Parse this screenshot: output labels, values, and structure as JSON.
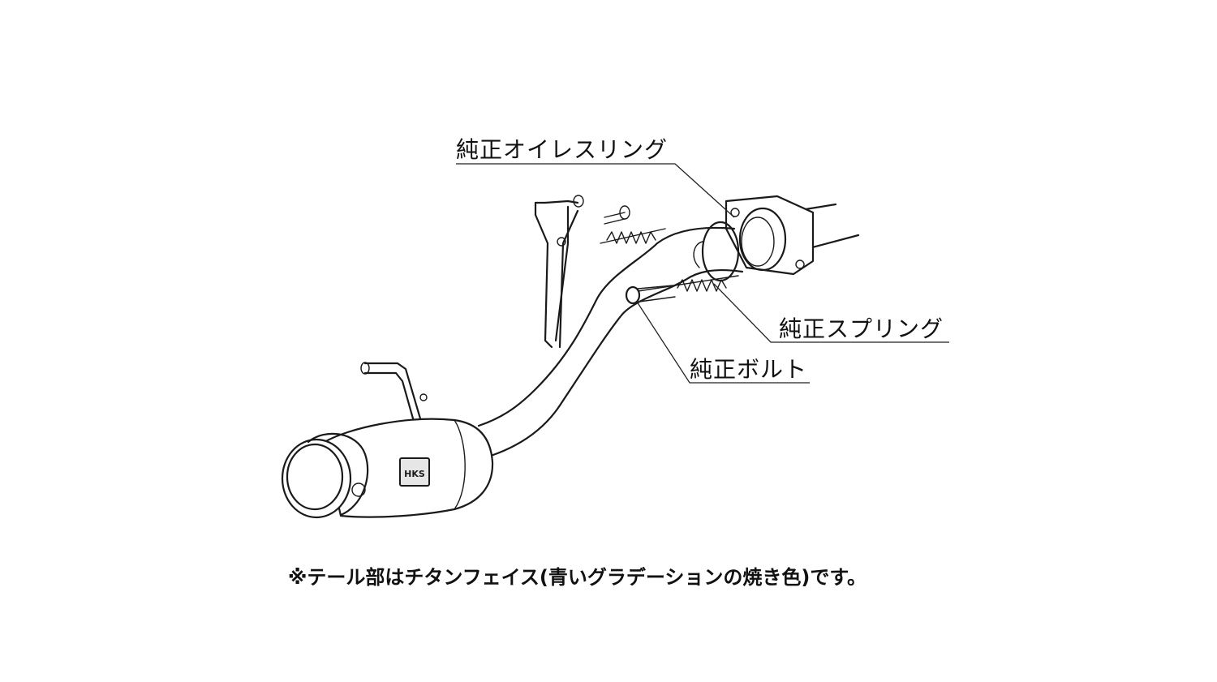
{
  "callouts": {
    "oring": "純正オイレスリング",
    "spring": "純正スプリング",
    "bolt": "純正ボルト"
  },
  "footnote": "※テール部はチタンフェイス(青いグラデーションの焼き色)です。",
  "logo_text": "HKS",
  "colors": {
    "line": "#1a1a1a",
    "background": "#ffffff"
  }
}
